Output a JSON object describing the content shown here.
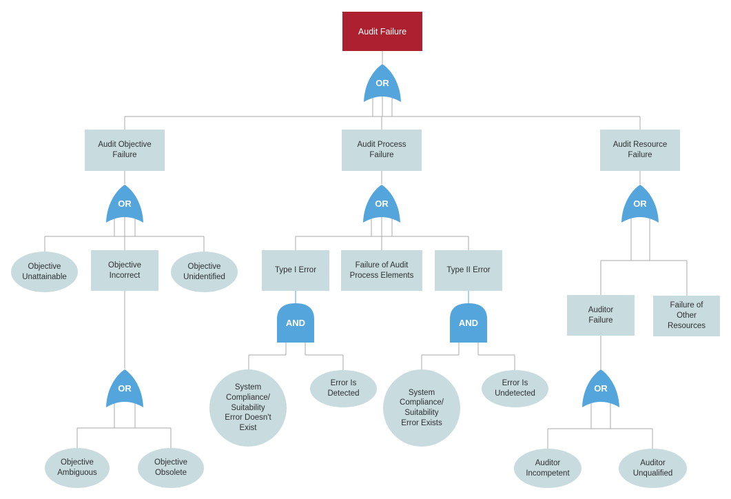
{
  "colors": {
    "background": "#FFFFFF",
    "top_event_fill": "#AC2030",
    "top_event_text": "#FFFFFF",
    "event_fill": "#C8DBDE",
    "event_text": "#2E3033",
    "gate_fill": "#54A5DB",
    "connector_gray": "#A8A8A8",
    "connector_blue": "#54A5DB"
  },
  "nodes": {
    "audit_failure": {
      "label": "Audit Failure",
      "shape": "rectangle",
      "role": "top-event"
    },
    "audit_objective_failure": {
      "label": "Audit Objective\nFailure",
      "shape": "rectangle"
    },
    "audit_process_failure": {
      "label": "Audit Process\nFailure",
      "shape": "rectangle"
    },
    "audit_resource_failure": {
      "label": "Audit Resource\nFailure",
      "shape": "rectangle"
    },
    "objective_unattainable": {
      "label": "Objective\nUnattainable",
      "shape": "ellipse"
    },
    "objective_incorrect": {
      "label": "Objective\nIncorrect",
      "shape": "rectangle"
    },
    "objective_unidentified": {
      "label": "Objective\nUnidentified",
      "shape": "ellipse"
    },
    "objective_ambiguous": {
      "label": "Objective\nAmbiguous",
      "shape": "ellipse"
    },
    "objective_obsolete": {
      "label": "Objective\nObsolete",
      "shape": "ellipse"
    },
    "type_i_error": {
      "label": "Type I Error",
      "shape": "rectangle"
    },
    "failure_of_audit_process_elements": {
      "label": "Failure of Audit\nProcess Elements",
      "shape": "rectangle"
    },
    "type_ii_error": {
      "label": "Type II Error",
      "shape": "rectangle"
    },
    "system_error_doesnt_exist": {
      "label": "System\nCompliance/\nSuitability\nError Doesn't\nExist",
      "shape": "circle"
    },
    "error_is_detected": {
      "label": "Error Is\nDetected",
      "shape": "ellipse"
    },
    "system_error_exists": {
      "label": "System\nCompliance/\nSuitability\nError Exists",
      "shape": "circle"
    },
    "error_is_undetected": {
      "label": "Error Is\nUndetected",
      "shape": "ellipse"
    },
    "auditor_failure": {
      "label": "Auditor\nFailure",
      "shape": "rectangle"
    },
    "failure_of_other_resources": {
      "label": "Failure of\nOther\nResources",
      "shape": "rectangle"
    },
    "auditor_incompetent": {
      "label": "Auditor\nIncompetent",
      "shape": "ellipse"
    },
    "auditor_unqualified": {
      "label": "Auditor\nUnqualified",
      "shape": "ellipse"
    }
  },
  "gates": {
    "top_or": {
      "label": "OR",
      "type": "or"
    },
    "objective_or": {
      "label": "OR",
      "type": "or"
    },
    "process_or": {
      "label": "OR",
      "type": "or"
    },
    "resource_or": {
      "label": "OR",
      "type": "or"
    },
    "objective_incorrect_or": {
      "label": "OR",
      "type": "or"
    },
    "type_i_and": {
      "label": "AND",
      "type": "and"
    },
    "type_ii_and": {
      "label": "AND",
      "type": "and"
    },
    "auditor_or": {
      "label": "OR",
      "type": "or"
    }
  }
}
